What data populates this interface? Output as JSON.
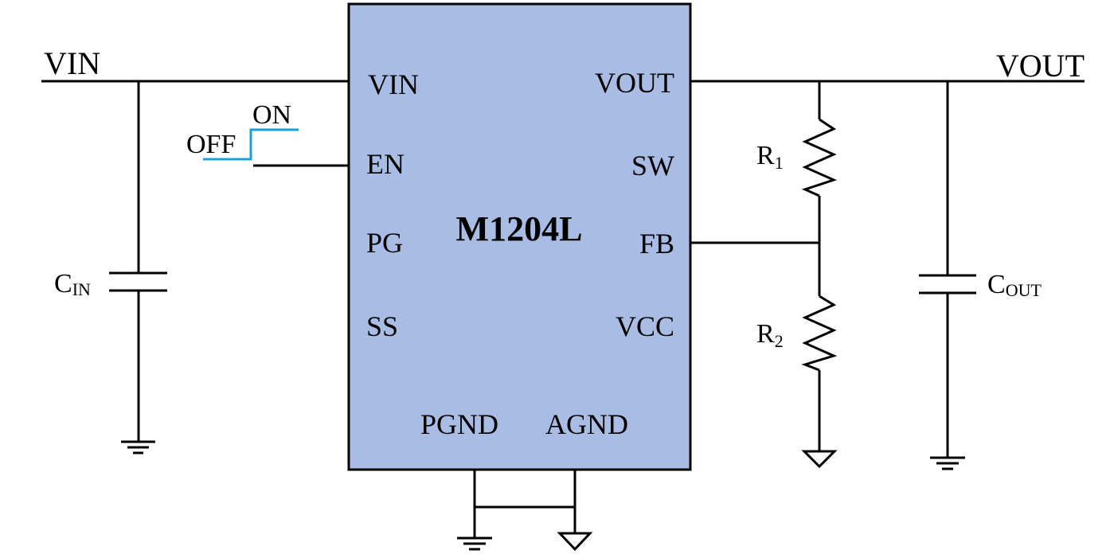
{
  "chip": {
    "name": "M1204L",
    "fill": "#a8bce4",
    "pins_left": [
      "VIN",
      "EN",
      "PG",
      "SS"
    ],
    "pins_right": [
      "VOUT",
      "SW",
      "FB",
      "VCC"
    ],
    "pins_bottom": [
      "PGND",
      "AGND"
    ]
  },
  "nets": {
    "input": "VIN",
    "output": "VOUT"
  },
  "enable_signal": {
    "on": "ON",
    "off": "OFF",
    "color": "#1aa0d8"
  },
  "components": {
    "cin": {
      "base": "C",
      "sub": "IN"
    },
    "cout": {
      "base": "C",
      "sub": "OUT"
    },
    "r1": {
      "base": "R",
      "sub": "1"
    },
    "r2": {
      "base": "R",
      "sub": "2"
    }
  }
}
